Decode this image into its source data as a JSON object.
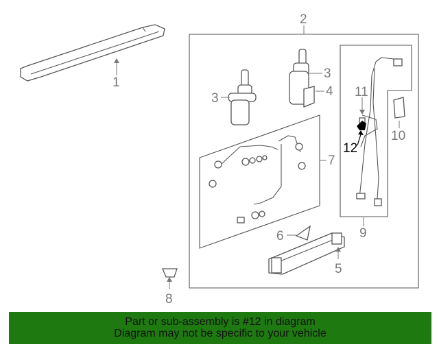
{
  "diagram": {
    "callouts": {
      "c1": "1",
      "c2": "2",
      "c3a": "3",
      "c3b": "3",
      "c4": "4",
      "c5": "5",
      "c6": "6",
      "c7": "7",
      "c8": "8",
      "c9": "9",
      "c10": "10",
      "c11": "11",
      "c12": "12"
    },
    "highlighted_part": "12"
  },
  "banner": {
    "line1": "Part or sub-assembly is #12 in diagram",
    "line2": "Diagram may not be specific to your vehicle",
    "background_color": "#1e7a10"
  }
}
